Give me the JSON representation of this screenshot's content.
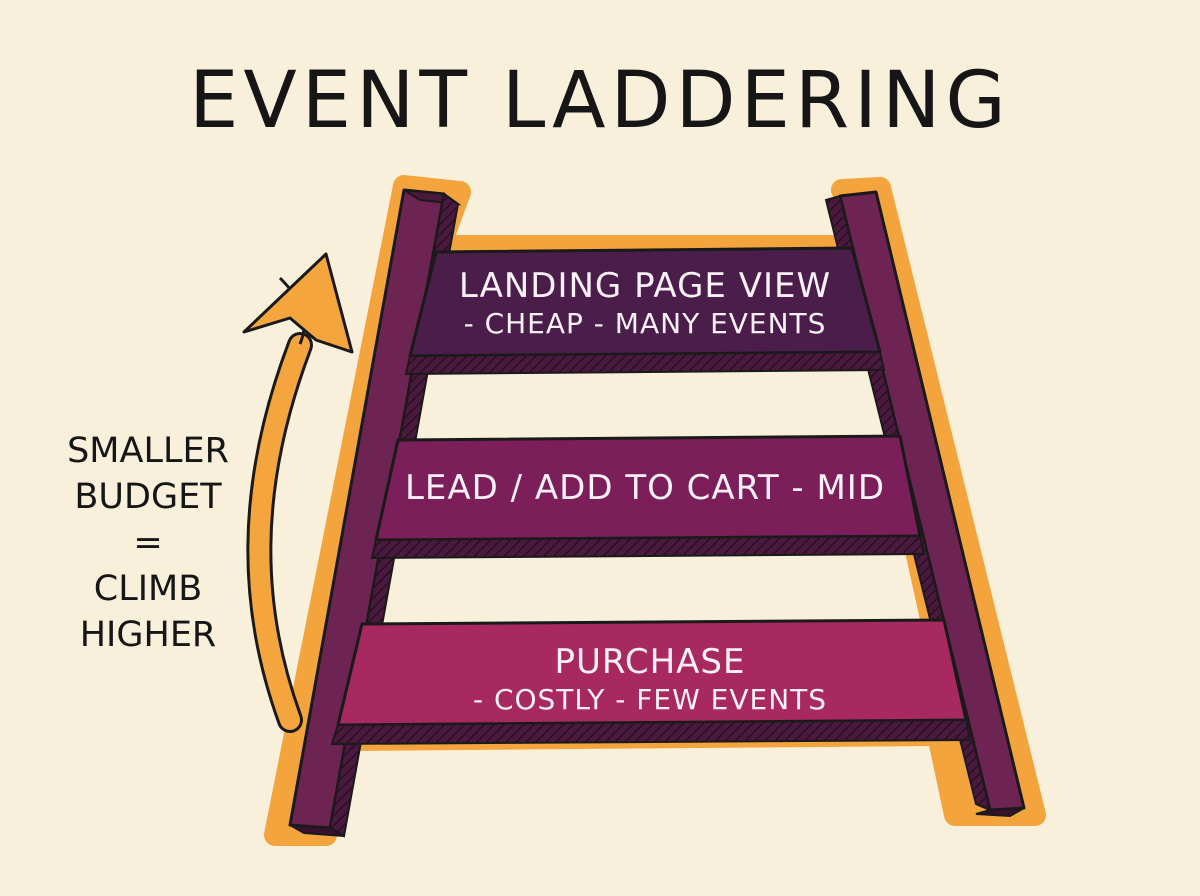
{
  "title": "EVENT LADDERING",
  "side_note": {
    "lines": [
      "SMALLER",
      "BUDGET",
      "=",
      "CLIMB",
      "HIGHER"
    ]
  },
  "rungs": [
    {
      "main": "LANDING PAGE VIEW",
      "sub": "- CHEAP - MANY EVENTS"
    },
    {
      "main": "LEAD / ADD TO CART - MID",
      "sub": ""
    },
    {
      "main": "PURCHASE",
      "sub": "- COSTLY - FEW EVENTS"
    }
  ],
  "colors": {
    "background": "#f9f0dc",
    "glow": "#f4a43c",
    "rail": "#6e2453",
    "rung_top": "#4a1d4a",
    "rung_middle": "#7b1e5a",
    "rung_bottom": "#a82860",
    "arrow": "#f5a53d",
    "ink": "#161616"
  }
}
